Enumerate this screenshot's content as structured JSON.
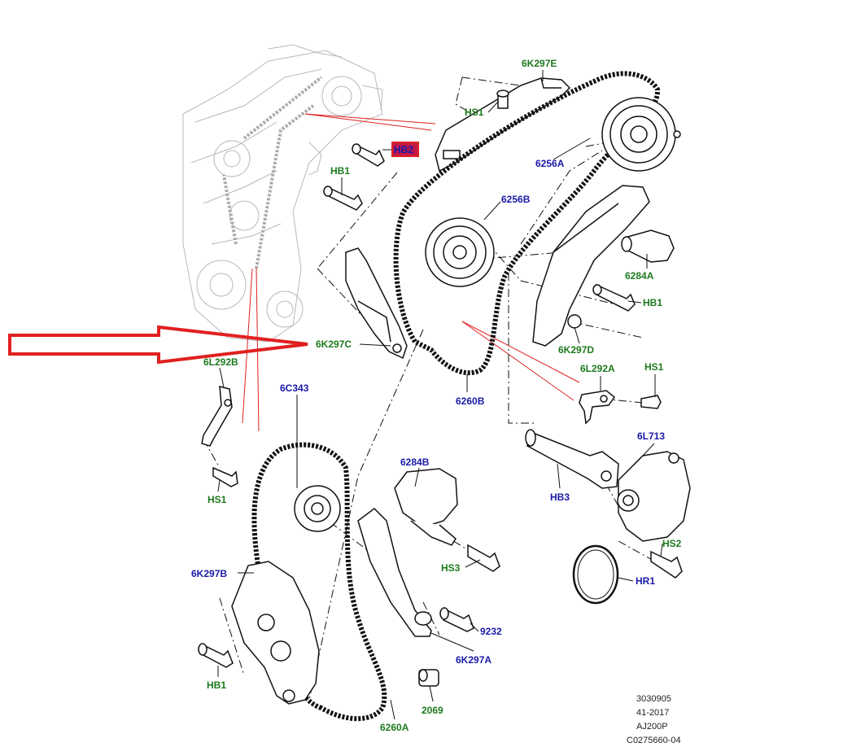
{
  "diagram": {
    "labels": {
      "l_6K297E": "6K297E",
      "l_HS1_top": "HS1",
      "l_HB2": "HB2",
      "l_HB1_top": "HB1",
      "l_6256A": "6256A",
      "l_6256B": "6256B",
      "l_6284A": "6284A",
      "l_HB1_right": "HB1",
      "l_6K297D": "6K297D",
      "l_6K297C": "6K297C",
      "l_6L292B": "6L292B",
      "l_6C343": "6C343",
      "l_6260B": "6260B",
      "l_6L292A": "6L292A",
      "l_HS1_right": "HS1",
      "l_6L713": "6L713",
      "l_HS1_left": "HS1",
      "l_6284B": "6284B",
      "l_HB3": "HB3",
      "l_HS2": "HS2",
      "l_HS3": "HS3",
      "l_6K297B": "6K297B",
      "l_HR1": "HR1",
      "l_9232": "9232",
      "l_6K297A": "6K297A",
      "l_HB1_bottom": "HB1",
      "l_2069": "2069",
      "l_6260A": "6260A"
    },
    "colors": {
      "part_number": "#1a1aa8",
      "fastener": "#1d7a1d",
      "highlight_fill": "#c0184a",
      "highlight_border": "#e02020",
      "arrow": "#e02020"
    }
  },
  "footer": {
    "line1": "3030905",
    "line2": "41-2017",
    "line3": "AJ200P",
    "line4": "C0275660-04"
  }
}
